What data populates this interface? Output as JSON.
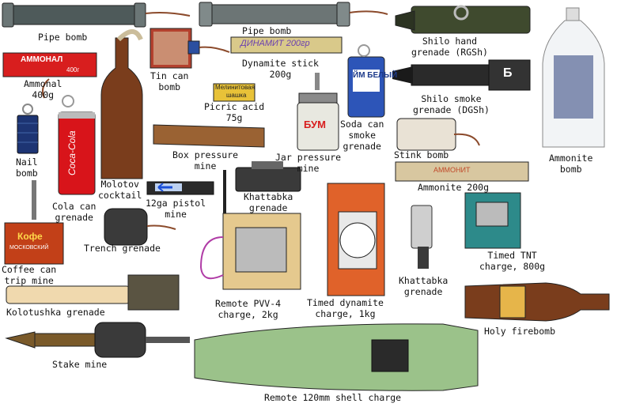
{
  "labels": {
    "pipe_bomb_1": "Pipe bomb",
    "pipe_bomb_2": "Pipe bomb",
    "shilo_hand": "Shilo hand\ngrenade (RGSh)",
    "ammonal": "Ammonal\n400g",
    "tin_can": "Tin can\nbomb",
    "dynamite_stick": "Dynamite stick\n200g",
    "picric_acid": "Picric acid\n75g",
    "shilo_smoke": "Shilo smoke\ngrenade (DGSh)",
    "ammonite_bomb": "Ammonite\nbomb",
    "nail_bomb": "Nail\nbomb",
    "soda_can": "Soda can\nsmoke\ngrenade",
    "box_pressure": "Box pressure\nmine",
    "jar_pressure": "Jar pressure\nmine",
    "stink_bomb": "Stink bomb",
    "molotov": "Molotov\ncocktail",
    "cola_can": "Cola can\ngrenade",
    "pistol_mine": "12ga pistol\nmine",
    "khattabka_1": "Khattabka\ngrenade",
    "ammonite_200": "Ammonite 200g",
    "trench": "Trench grenade",
    "timed_tnt": "Timed TNT\ncharge, 800g",
    "coffee": "Coffee can\ntrip mine",
    "khattabka_2": "Khattabka\ngrenade",
    "remote_pvv": "Remote PVV-4\ncharge, 2kg",
    "timed_dynamite": "Timed dynamite\ncharge, 1kg",
    "holy": "Holy firebomb",
    "kolotushka": "Kolotushka grenade",
    "stake": "Stake mine",
    "shell": "Remote 120mm shell charge"
  },
  "markings": {
    "ammonal_brand": "АММОНАЛ",
    "ammonal_weight": "400г",
    "dynamite_text": "ДИНАМИТ  200гр",
    "picric_line1": "Мелинитовая",
    "picric_line2": "шашка",
    "soda_text": "ЙМ БЕЛЫЙ",
    "cola_text": "Coca-Cola",
    "jar_text": "БУМ",
    "coffee_brand": "Кофе",
    "coffee_sub": "МОСКОВСКИЙ",
    "dgsh_letter": "Б",
    "ammonite_wrap": "АММОНИТ"
  },
  "colors": {
    "pipe": "#4e5a5a",
    "wire": "#8b4a2b",
    "olive": "#5f6b3a",
    "bottle_brown": "#7a3d1c",
    "tnt_orange": "#e0622a",
    "cola_red": "#d8141a"
  }
}
